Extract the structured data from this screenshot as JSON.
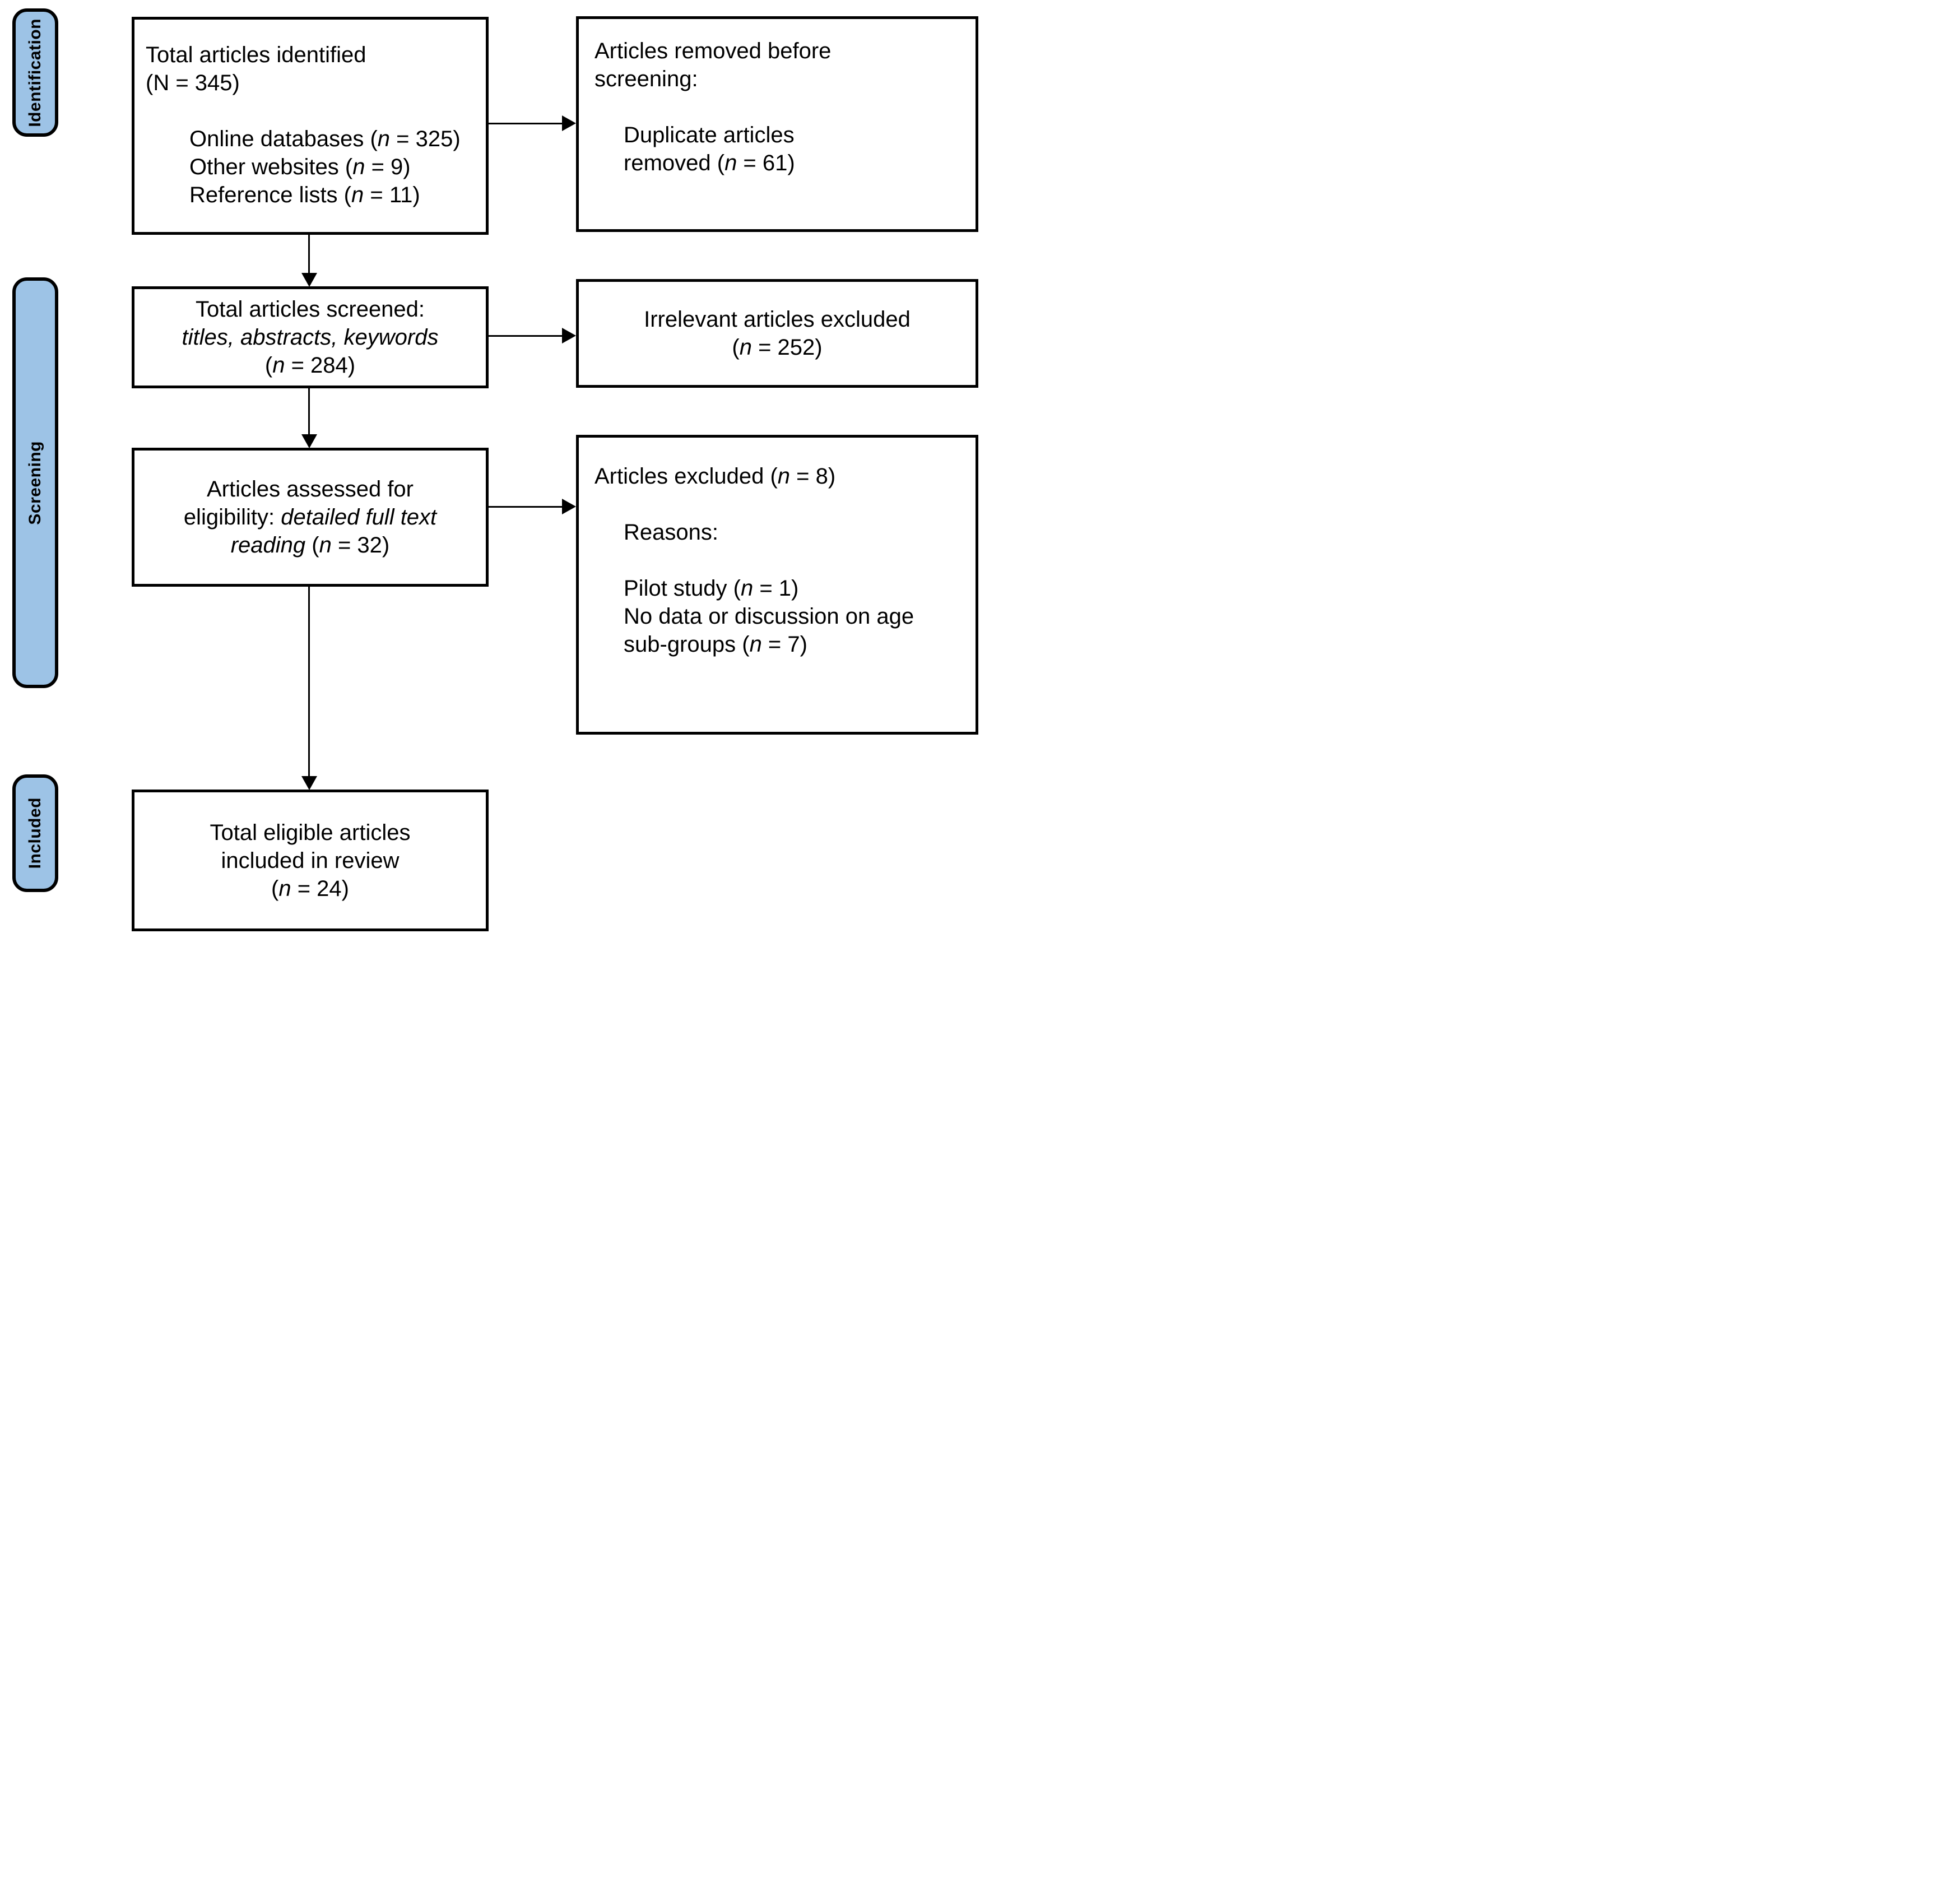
{
  "colors": {
    "stage_fill": "#9DC3E6",
    "line": "#000000",
    "box_background": "#FFFFFF"
  },
  "stages": [
    {
      "label": "Identification"
    },
    {
      "label": "Screening"
    },
    {
      "label": "Included"
    }
  ],
  "boxes": {
    "identified": {
      "title": [
        [
          {
            "t": "Total articles identified"
          }
        ],
        [
          {
            "t": "(N = 345)"
          }
        ]
      ],
      "sources": [
        [
          {
            "t": "Online databases ("
          },
          {
            "t": "n",
            "i": true
          },
          {
            "t": " = 325)"
          }
        ],
        [
          {
            "t": "Other websites ("
          },
          {
            "t": "n",
            "i": true
          },
          {
            "t": " = 9)"
          }
        ],
        [
          {
            "t": "Reference lists ("
          },
          {
            "t": "n",
            "i": true
          },
          {
            "t": " = 11)"
          }
        ]
      ]
    },
    "removed_before_screening": {
      "title": [
        [
          {
            "t": "Articles removed before"
          }
        ],
        [
          {
            "t": "screening:"
          }
        ]
      ],
      "details": [
        [
          {
            "t": "Duplicate articles"
          }
        ],
        [
          {
            "t": "removed ("
          },
          {
            "t": "n",
            "i": true
          },
          {
            "t": " = 61)"
          }
        ]
      ]
    },
    "screened": {
      "lines": [
        [
          {
            "t": "Total articles screened:"
          }
        ],
        [
          {
            "t": "titles, abstracts, keywords",
            "i": true
          }
        ],
        [
          {
            "t": "("
          },
          {
            "t": "n",
            "i": true
          },
          {
            "t": " = 284)"
          }
        ]
      ]
    },
    "irrelevant_excluded": {
      "lines": [
        [
          {
            "t": "Irrelevant articles excluded"
          }
        ],
        [
          {
            "t": "("
          },
          {
            "t": "n",
            "i": true
          },
          {
            "t": " = 252)"
          }
        ]
      ]
    },
    "assessed": {
      "lines": [
        [
          {
            "t": "Articles assessed for"
          }
        ],
        [
          {
            "t": "eligibility: "
          },
          {
            "t": "detailed full text",
            "i": true
          }
        ],
        [
          {
            "t": "reading",
            "i": true
          },
          {
            "t": " ("
          },
          {
            "t": "n",
            "i": true
          },
          {
            "t": " = 32)"
          }
        ]
      ]
    },
    "excluded_fulltext": {
      "title": [
        [
          {
            "t": "Articles excluded ("
          },
          {
            "t": "n",
            "i": true
          },
          {
            "t": " = 8)"
          }
        ]
      ],
      "details": [
        [
          {
            "t": "Reasons:"
          }
        ],
        [],
        [
          {
            "t": "Pilot study ("
          },
          {
            "t": "n",
            "i": true
          },
          {
            "t": " = 1)"
          }
        ],
        [
          {
            "t": "No data or discussion on age"
          }
        ],
        [
          {
            "t": "sub-groups ("
          },
          {
            "t": "n",
            "i": true
          },
          {
            "t": " = 7)"
          }
        ]
      ]
    },
    "included_review": {
      "lines": [
        [
          {
            "t": "Total eligible articles"
          }
        ],
        [
          {
            "t": "included in review"
          }
        ],
        [
          {
            "t": "("
          },
          {
            "t": "n",
            "i": true
          },
          {
            "t": " = 24)"
          }
        ]
      ]
    }
  }
}
